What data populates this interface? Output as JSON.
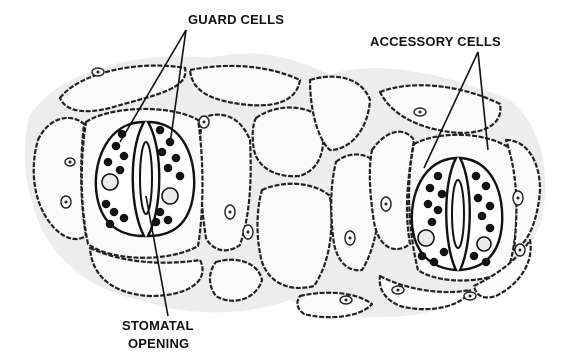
{
  "labels": {
    "guard_cells": "GUARD CELLS",
    "accessory_cells": "ACCESSORY CELLS",
    "stomatal_opening_line1": "STOMATAL",
    "stomatal_opening_line2": "OPENING"
  }
}
